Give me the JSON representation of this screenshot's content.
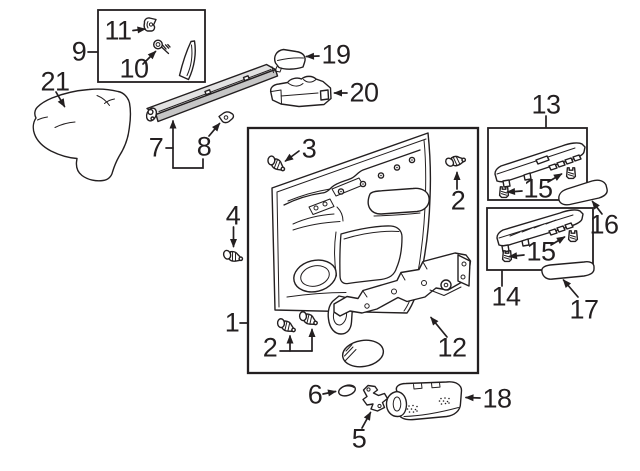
{
  "colors": {
    "background": "#ffffff",
    "line": "#231f20",
    "metal_light": "#e2e2e2",
    "metal_dark": "#c6c6c6"
  },
  "callouts": [
    {
      "label": "9"
    },
    {
      "label": "11"
    },
    {
      "label": "10"
    },
    {
      "label": "21"
    },
    {
      "label": "7"
    },
    {
      "label": "8"
    },
    {
      "label": "19"
    },
    {
      "label": "20"
    },
    {
      "label": "13"
    },
    {
      "label": "3"
    },
    {
      "label": "2"
    },
    {
      "label": "4"
    },
    {
      "label": "1"
    },
    {
      "label": "2"
    },
    {
      "label": "12"
    },
    {
      "label": "15"
    },
    {
      "label": "16"
    },
    {
      "label": "15"
    },
    {
      "label": "14"
    },
    {
      "label": "17"
    },
    {
      "label": "6"
    },
    {
      "label": "5"
    },
    {
      "label": "18"
    }
  ]
}
